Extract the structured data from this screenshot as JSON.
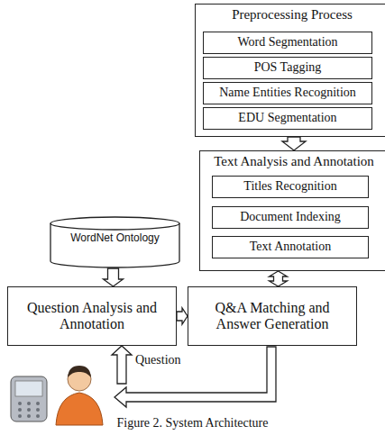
{
  "diagram": {
    "caption": "Figure 2. System Architecture",
    "nodes": [
      {
        "text": [
          "Preprocessing Process"
        ]
      },
      {
        "text": [
          "Word Segmentation"
        ],
        "in": 0
      },
      {
        "text": [
          "POS Tagging"
        ],
        "in": 0
      },
      {
        "text": [
          "Name Entities Recognition"
        ],
        "in": 0
      },
      {
        "text": [
          "EDU Segmentation"
        ],
        "in": 0
      },
      {
        "text": [
          "Text Analysis and Annotation"
        ]
      },
      {
        "text": [
          "Titles Recognition"
        ],
        "in": 5
      },
      {
        "text": [
          "Document Indexing"
        ],
        "in": 5
      },
      {
        "text": [
          "Text Annotation"
        ],
        "in": 5
      },
      {
        "text": [
          "WordNet Ontology"
        ]
      },
      {
        "text": [
          "Question Analysis and Annotation"
        ]
      },
      {
        "text": [
          "Q&A Matching and Answer Generation"
        ]
      }
    ],
    "edges": [
      {
        "from": 1,
        "to": 2,
        "arrow": "to"
      },
      {
        "from": 2,
        "to": 3,
        "arrow": "to"
      },
      {
        "from": 3,
        "to": 4,
        "arrow": "to"
      },
      {
        "from": 0,
        "to": 5,
        "arrow": "to"
      },
      {
        "from": 5,
        "to": 11,
        "arrow": "both"
      },
      {
        "from": 9,
        "to": 10,
        "arrow": "to"
      },
      {
        "from": 10,
        "to": 11,
        "arrow": "to"
      }
    ],
    "labels": [
      "Question"
    ]
  }
}
